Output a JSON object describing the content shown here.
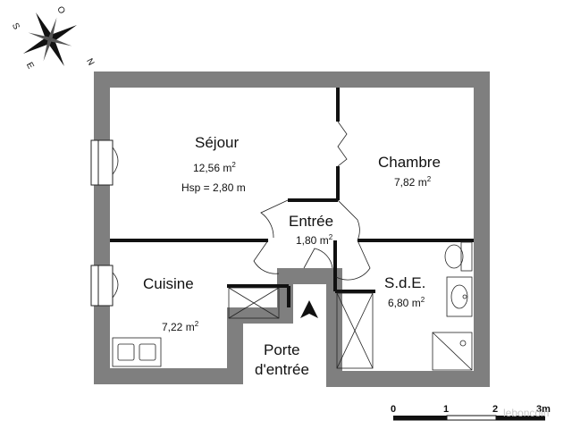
{
  "compass": {
    "labels": {
      "north": "N",
      "south": "S",
      "east": "E",
      "west": "O"
    }
  },
  "rooms": {
    "sejour": {
      "name": "Séjour",
      "area_value": "12,56 m",
      "area_unit_exp": "2",
      "height": "Hsp = 2,80 m"
    },
    "chambre": {
      "name": "Chambre",
      "area_value": "7,82 m",
      "area_unit_exp": "2"
    },
    "entree": {
      "name": "Entrée",
      "area_value": "1,80 m",
      "area_unit_exp": "2"
    },
    "cuisine": {
      "name": "Cuisine",
      "area_value": "7,22 m",
      "area_unit_exp": "2"
    },
    "sde": {
      "name": "S.d.E.",
      "area_value": "6,80 m",
      "area_unit_exp": "2"
    }
  },
  "entrance": {
    "line1": "Porte",
    "line2": "d'entrée"
  },
  "scale": {
    "ticks": [
      "0",
      "1",
      "2",
      "3m"
    ]
  },
  "watermark": "leboncoin",
  "colors": {
    "wall": "#7f7f7f",
    "partition": "#111111",
    "background": "#ffffff"
  }
}
